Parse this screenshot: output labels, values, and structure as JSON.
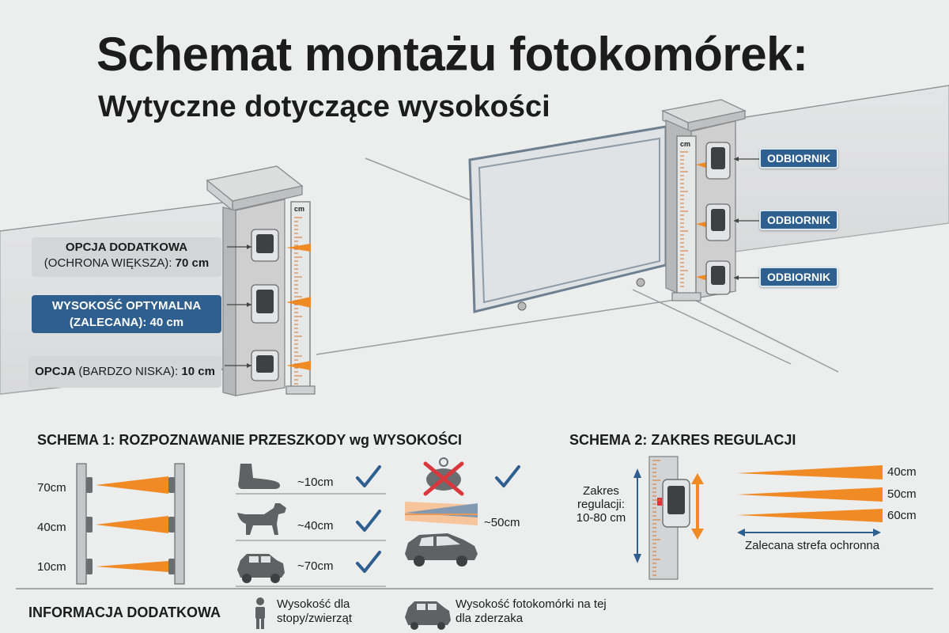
{
  "title": "Schemat montażu fotokomórek:",
  "subtitle": "Wytyczne dotyczące wysokości",
  "post_left": {
    "scale_unit": "cm",
    "labels": {
      "top_line1": "OPCJA DODATKOWA",
      "top_line2_a": "(OCHRONA WIĘKSZA): ",
      "top_line2_b": "70 cm",
      "mid_line1": "WYSOKOŚĆ OPTYMALNA",
      "mid_line2": "(ZALECANA): 40 cm",
      "bot_a": "OPCJA ",
      "bot_b": "(BARDZO NISKA): ",
      "bot_c": "10 cm"
    }
  },
  "post_right": {
    "scale_unit": "cm",
    "tags": [
      "ODBIORNIK",
      "ODBIORNIK",
      "ODBIORNIK"
    ]
  },
  "schema1": {
    "title": "SCHEMA 1: ROZPOZNAWANIE PRZESZKODY wg WYSOKOŚCI",
    "heights": [
      "70cm",
      "40cm",
      "10cm"
    ],
    "rows": [
      {
        "icon": "foot-icon",
        "label": "~10cm",
        "status": "check"
      },
      {
        "icon": "dog-icon",
        "label": "~40cm",
        "status": "check"
      },
      {
        "icon": "car-icon",
        "label": "~70cm",
        "status": "check"
      }
    ],
    "side": {
      "label": "~50cm",
      "status": "check"
    }
  },
  "schema2": {
    "title": "SCHEMA 2: ZAKRES REGULACJI",
    "range_line1": "Zakres",
    "range_line2": "regulacji:",
    "range_line3": "10-80 cm",
    "beams": [
      "40cm",
      "50cm",
      "60cm"
    ],
    "zone_label": "Zalecana strefa ochronna"
  },
  "footer": {
    "title": "INFORMACJA DODATKOWA",
    "item1_line1": "Wysokość dla",
    "item1_line2": "stopy/zwierząt",
    "item2_line1": "Wysokość fotokomórki na tej",
    "item2_line2": "dla zderzaka"
  },
  "colors": {
    "accent": "#f08a24",
    "blue": "#2f5f8f",
    "check": "#2f5f8f",
    "post": "#c9cacb"
  }
}
